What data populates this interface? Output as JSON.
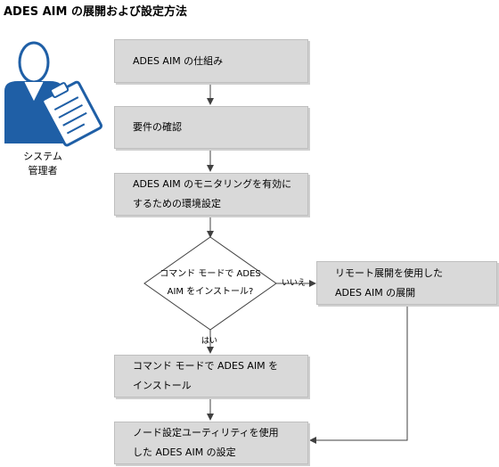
{
  "title": "ADES AIM の展開および設定方法",
  "role": {
    "line1": "システム",
    "line2": "管理者",
    "icon": "administrator-clipboard-icon"
  },
  "steps": {
    "s1": "ADES AIM の仕組み",
    "s2": "要件の確認",
    "s3_line1": "ADES AIM のモニタリングを有効に",
    "s3_line2": "するための環境設定",
    "decision_line1": "コマンド モードで ADES",
    "decision_line2": "AIM をインストール?",
    "alt_line1": "リモート展開を使用した",
    "alt_line2": "ADES AIM の展開",
    "s4_line1": "コマンド モードで ADES AIM を",
    "s4_line2": "インストール",
    "s5_line1": "ノード設定ユーティリティを使用",
    "s5_line2": "した ADES AIM の設定"
  },
  "labels": {
    "yes": "はい",
    "no": "いいえ"
  },
  "colors": {
    "box_fill": "#d9d9d9",
    "arrow": "#404040",
    "icon_blue": "#1f5fa6"
  }
}
